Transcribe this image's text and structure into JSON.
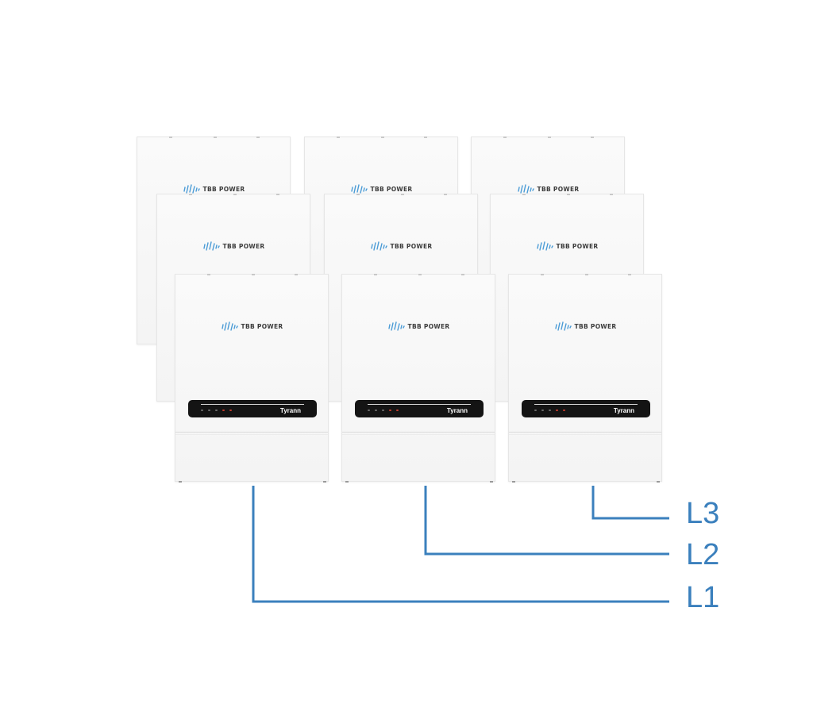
{
  "brand": {
    "logo_text": "TBB POWER",
    "model_label": "Tyrann",
    "logo_color": "#4a9bd6"
  },
  "phases": [
    {
      "label": "L3"
    },
    {
      "label": "L2"
    },
    {
      "label": "L1"
    }
  ],
  "colors": {
    "wire": "#3b80bd",
    "panel": "#141414",
    "led_colors": [
      "#6a6a6a",
      "#6a6a6a",
      "#6a6a6a",
      "#c0392b",
      "#c0392b"
    ]
  },
  "rows": 3,
  "columns": 3
}
